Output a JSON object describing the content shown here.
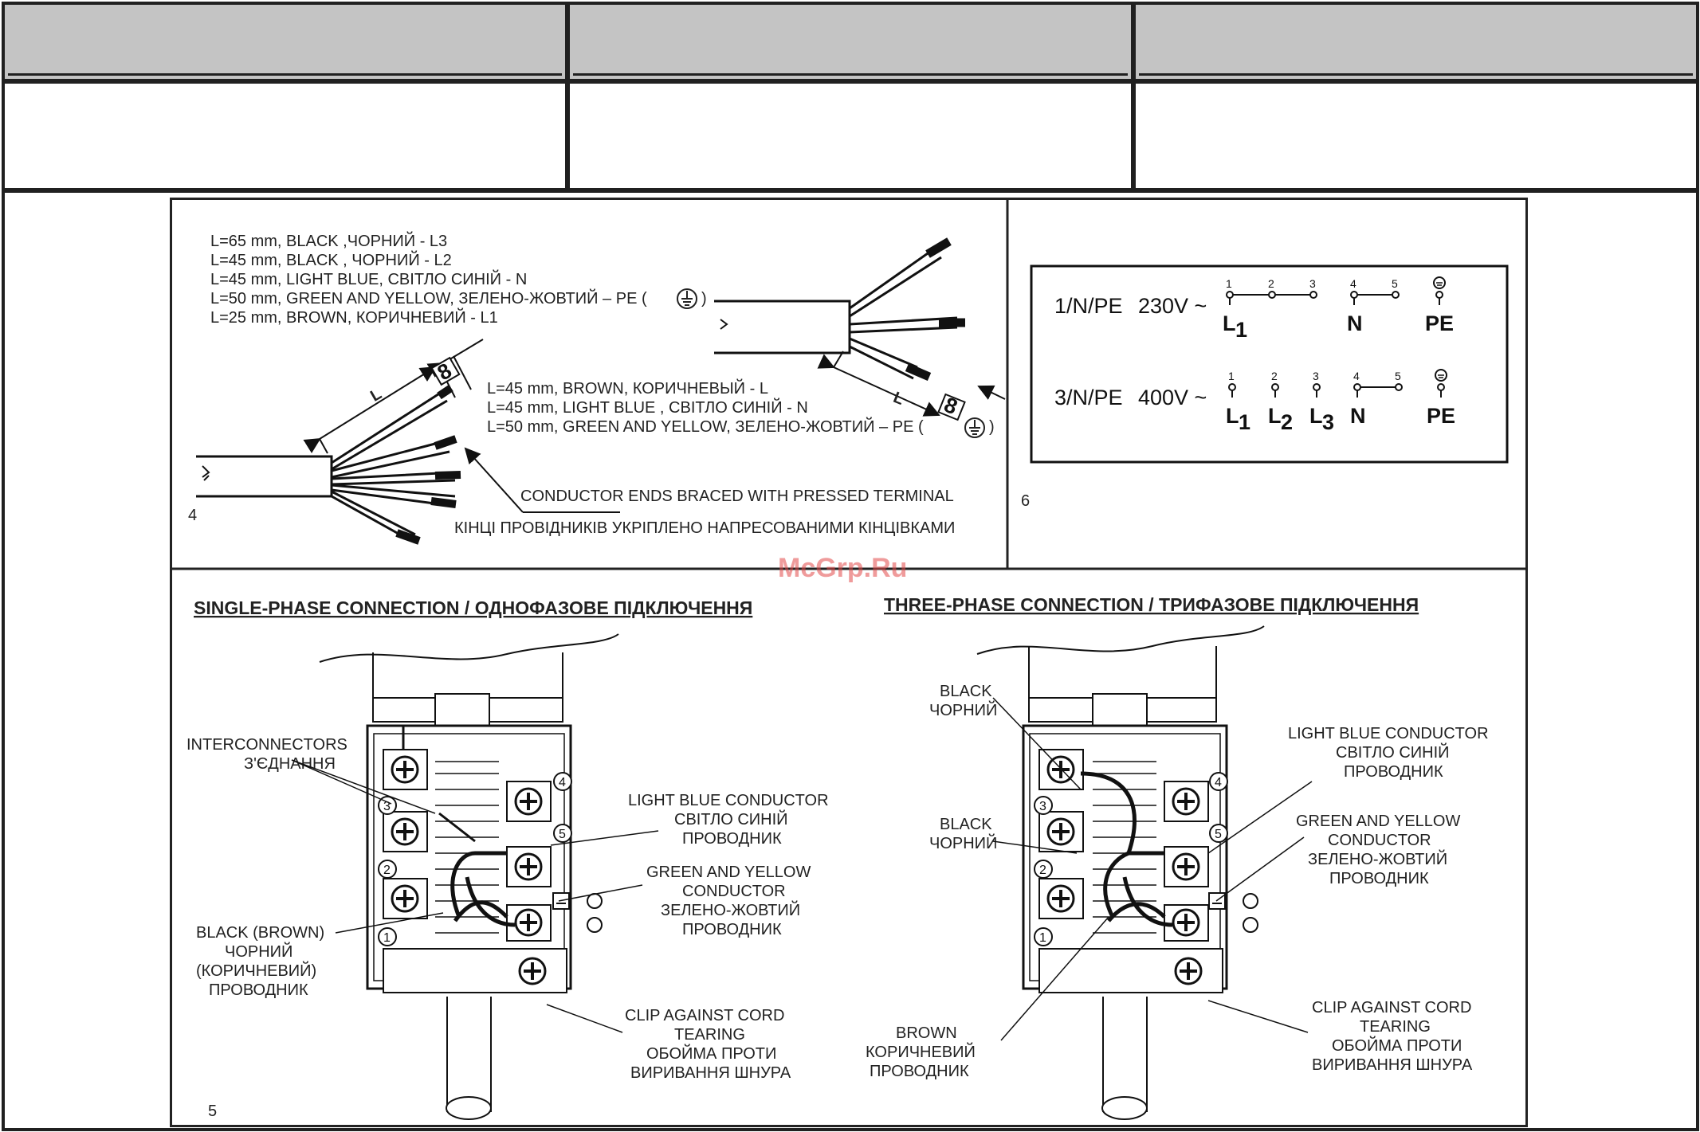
{
  "header_row": {
    "cells": [
      "",
      "",
      ""
    ]
  },
  "sub_row": {
    "cells": [
      "",
      "",
      ""
    ]
  },
  "fig4": {
    "wire_spec_lines": [
      "L=65 mm, BLACK ,ЧОРНИЙ -  L3",
      "L=45 mm, BLACK , ЧОРНИЙ - L2",
      "L=45 mm, LIGHT BLUE, СВІТЛО СИНІЙ - N",
      "L=50 mm, GREEN AND YELLOW, ЗЕЛЕНО-ЖОВТИЙ – PE (",
      "L=25 mm, BROWN,  КОРИЧНЕВИЙ - L1"
    ],
    "single_spec_lines": [
      "L=45 mm, BROWN, КОРИЧНЕВЫЙ  - L",
      "L=45 mm, LIGHT BLUE , СВІТЛО СИНІЙ - N",
      "L=50 mm, GREEN AND YELLOW, ЗЕЛЕНО-ЖОВТИЙ – PE ("
    ],
    "close_paren": ")",
    "dim_L": "L",
    "dim_8": "8",
    "conductor_ends_en": "CONDUCTOR ENDS BRACED WITH PRESSED TERMINAL",
    "conductor_ends_ua": "КІНЦІ ПРОВІДНИКІВ УКРІПЛЕНО НАПРЕСОВАНИМИ КІНЦІВКАМИ",
    "number": "4"
  },
  "fig6": {
    "number": "6",
    "rows": [
      {
        "scheme": "1/N/PE",
        "voltage": "230V ~",
        "terminals": [
          "1",
          "2",
          "3",
          "4",
          "5"
        ],
        "labels": [
          "L",
          "N",
          "PE"
        ],
        "l_sub": "1"
      },
      {
        "scheme": "3/N/PE",
        "voltage": "400V ~",
        "terminals": [
          "1",
          "2",
          "3",
          "4",
          "5"
        ],
        "labels": [
          "L",
          "L",
          "L",
          "N",
          "PE"
        ],
        "l_subs": [
          "1",
          "2",
          "3"
        ]
      }
    ]
  },
  "fig5": {
    "number": "5",
    "single_title": "SINGLE-PHASE CONNECTION / ОДНОФАЗОВЕ ПІДКЛЮЧЕННЯ",
    "three_title": "THREE-PHASE CONNECTION / ТРИФАЗОВЕ ПІДКЛЮЧЕННЯ",
    "single_labels": {
      "interconnectors": [
        "INTERCONNECTORS",
        "З'ЄДНАННЯ"
      ],
      "light_blue": [
        "LIGHT BLUE CONDUCTOR",
        "СВІТЛО СИНІЙ",
        "ПРОВОДНИК"
      ],
      "green_yellow": [
        "GREEN AND YELLOW",
        "CONDUCTOR",
        "ЗЕЛЕНО-ЖОВТИЙ",
        "ПРОВОДНИК"
      ],
      "black_brown": [
        "BLACK (BROWN)",
        "ЧОРНИЙ",
        "(КОРИЧНЕВИЙ)",
        "ПРОВОДНИК"
      ],
      "clip": [
        "CLIP AGAINST CORD",
        "TEARING",
        "ОБОЙМА ПРОТИ",
        "ВИРИВАННЯ ШНУРА"
      ]
    },
    "three_labels": {
      "black1": [
        "BLACK",
        "ЧОРНИЙ"
      ],
      "black2": [
        "BLACK",
        "ЧОРНИЙ"
      ],
      "brown": [
        "BROWN",
        "КОРИЧНЕВИЙ",
        "ПРОВОДНИК"
      ],
      "light_blue": [
        "LIGHT BLUE CONDUCTOR",
        "СВІТЛО СИНІЙ",
        "ПРОВОДНИК"
      ],
      "green_yellow": [
        "GREEN AND YELLOW",
        "CONDUCTOR",
        "ЗЕЛЕНО-ЖОВТИЙ",
        "ПРОВОДНИК"
      ],
      "clip": [
        "CLIP AGAINST CORD",
        "TEARING",
        "ОБОЙМА ПРОТИ",
        "ВИРИВАННЯ ШНУРА"
      ]
    },
    "terminal_numbers": [
      "1",
      "2",
      "3",
      "4",
      "5"
    ]
  },
  "watermark": "McGrp.Ru"
}
